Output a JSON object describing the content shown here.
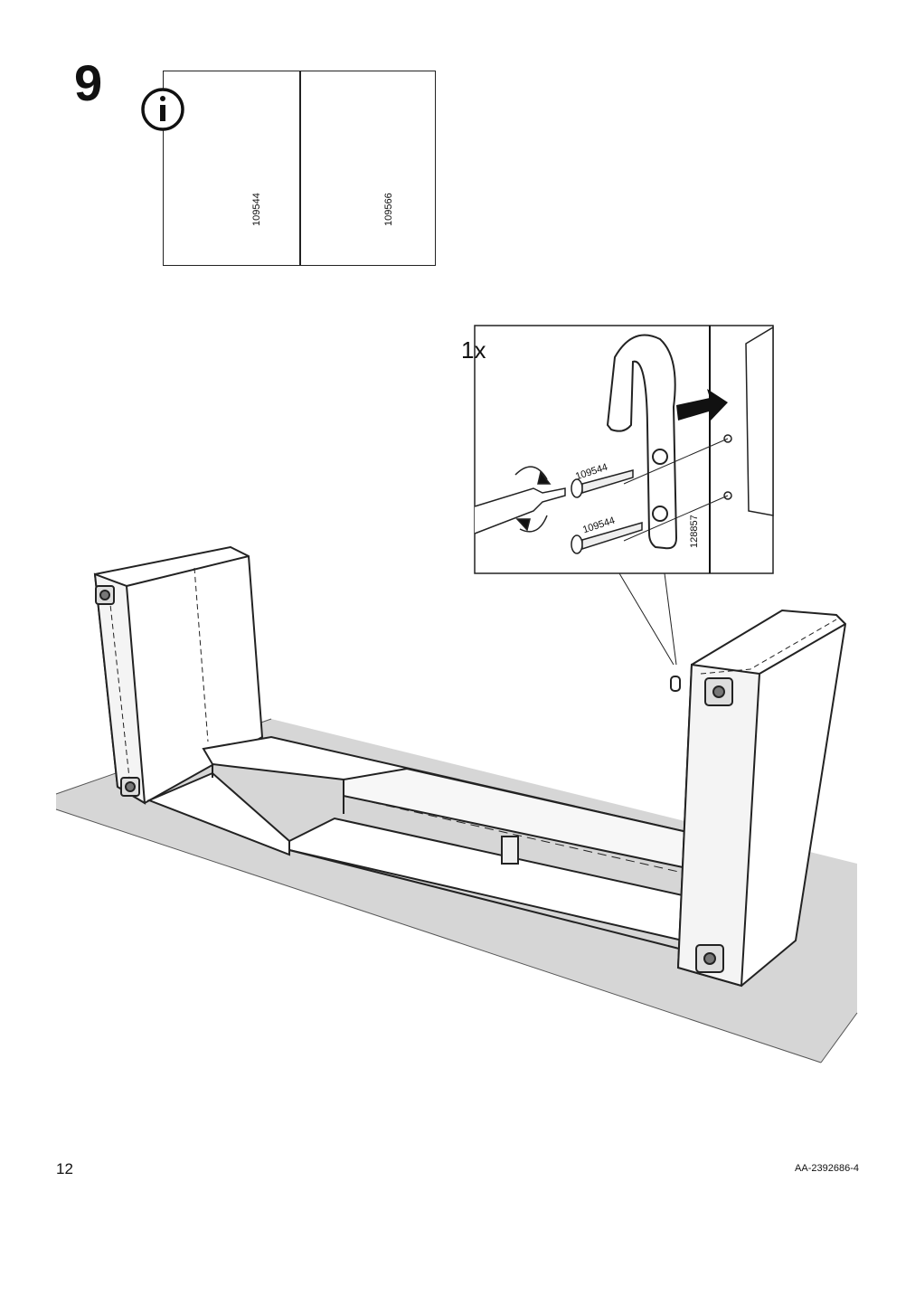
{
  "step": {
    "number": "9"
  },
  "info_panel": {
    "allowed_screw_code": "109544",
    "forbidden_screw_code": "109566"
  },
  "detail": {
    "quantity": "1x",
    "screw_code_top": "109544",
    "screw_code_bottom": "109544",
    "bracket_code": "128857"
  },
  "footer": {
    "page_number": "12",
    "document_id": "AA-2392686-4"
  }
}
